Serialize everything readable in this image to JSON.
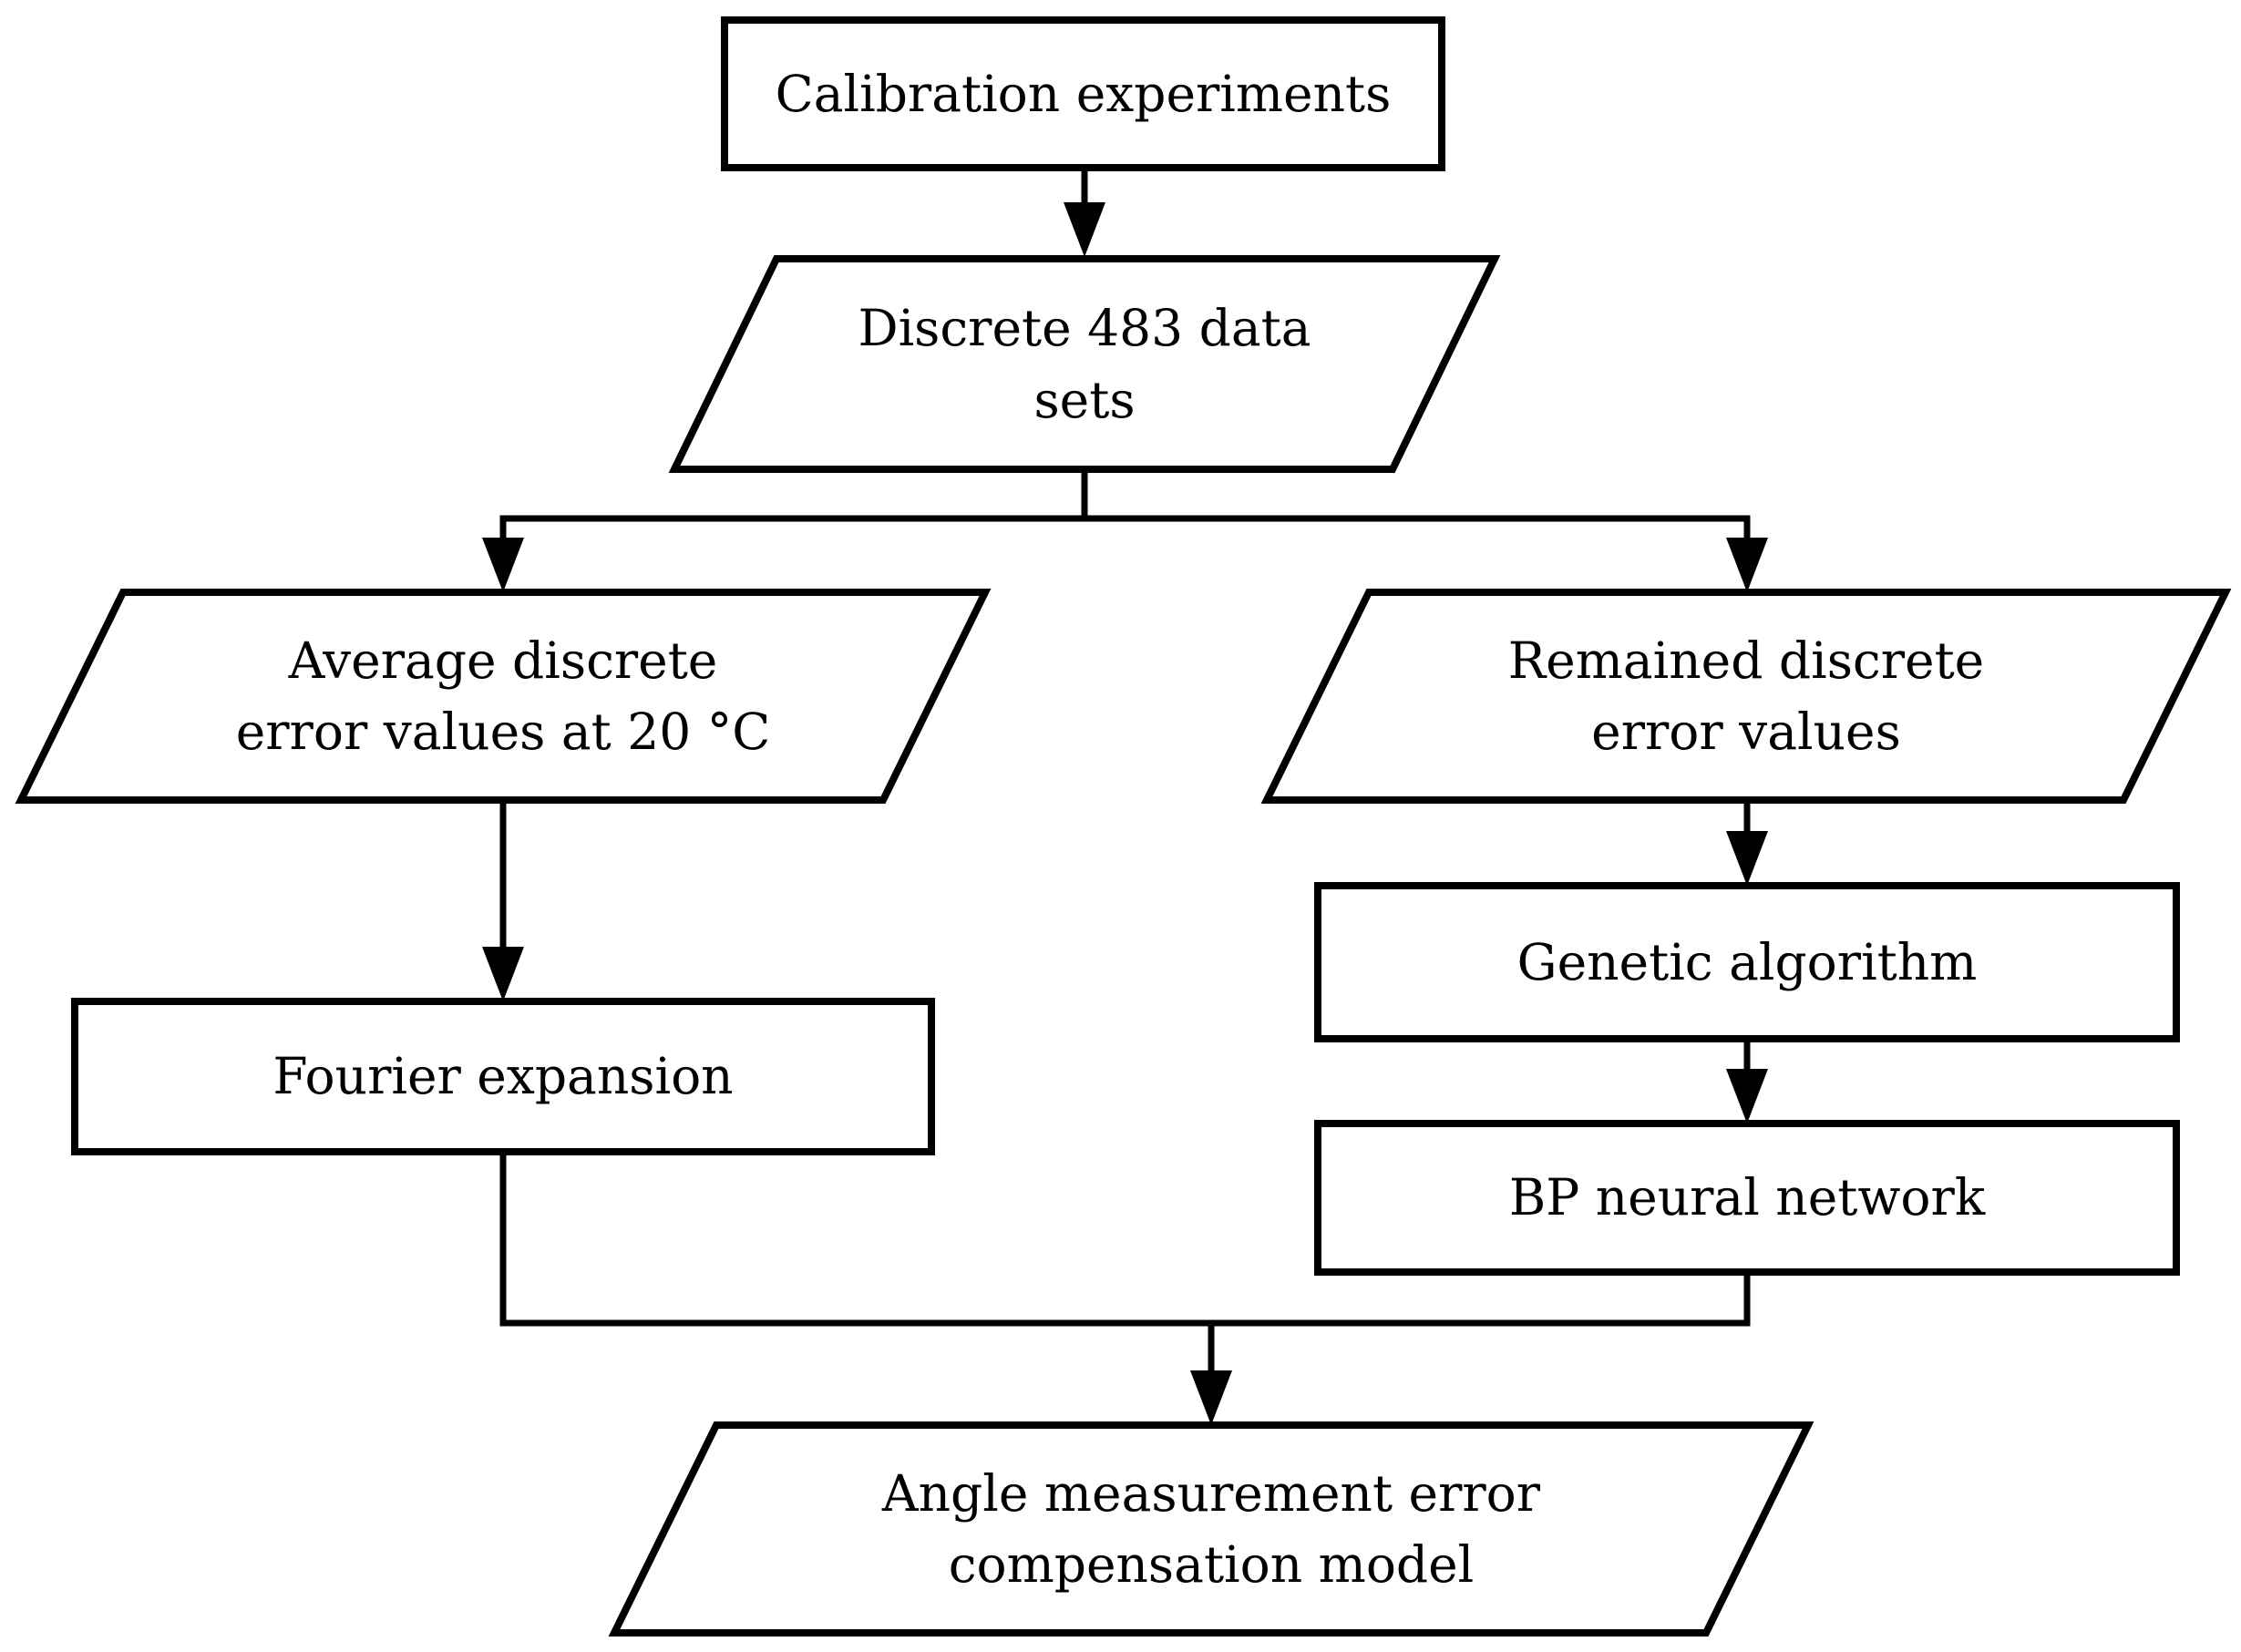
{
  "figure": {
    "type": "flowchart",
    "colors": {
      "background": "#ffffff",
      "node_fill": "#ffffff",
      "stroke": "#000000",
      "text": "#000000"
    },
    "nodes": [
      {
        "id": "calibration-experiments",
        "shape": "rectangle",
        "label": "Calibration experiments"
      },
      {
        "id": "discrete-483-data-sets",
        "shape": "parallelogram",
        "label": "Discrete 483 data\nsets"
      },
      {
        "id": "average-discrete-error-values",
        "shape": "parallelogram",
        "label": "Average discrete\nerror values at 20 °C"
      },
      {
        "id": "remained-discrete-error-values",
        "shape": "parallelogram",
        "label": "Remained discrete\nerror values"
      },
      {
        "id": "fourier-expansion",
        "shape": "rectangle",
        "label": "Fourier expansion"
      },
      {
        "id": "genetic-algorithm",
        "shape": "rectangle",
        "label": "Genetic algorithm"
      },
      {
        "id": "bp-neural-network",
        "shape": "rectangle",
        "label": "BP neural network"
      },
      {
        "id": "angle-error-compensation-model",
        "shape": "parallelogram",
        "label": "Angle measurement error\ncompensation model"
      }
    ],
    "edges": [
      {
        "from": "calibration-experiments",
        "to": "discrete-483-data-sets"
      },
      {
        "from": "discrete-483-data-sets",
        "to": "average-discrete-error-values"
      },
      {
        "from": "discrete-483-data-sets",
        "to": "remained-discrete-error-values"
      },
      {
        "from": "average-discrete-error-values",
        "to": "fourier-expansion"
      },
      {
        "from": "remained-discrete-error-values",
        "to": "genetic-algorithm"
      },
      {
        "from": "genetic-algorithm",
        "to": "bp-neural-network"
      },
      {
        "from": "fourier-expansion",
        "to": "angle-error-compensation-model"
      },
      {
        "from": "bp-neural-network",
        "to": "angle-error-compensation-model"
      }
    ]
  }
}
